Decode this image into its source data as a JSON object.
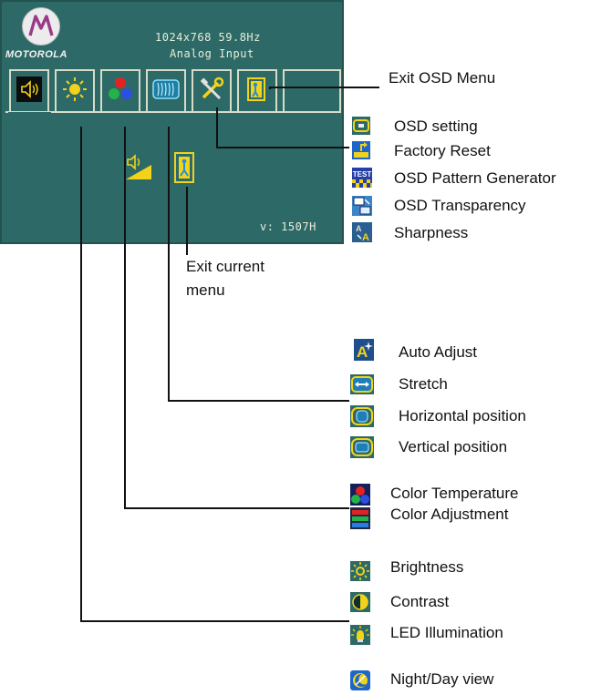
{
  "osd": {
    "logo_text": "MOTOROLA",
    "resolution": "1024x768 59.8Hz",
    "input_type": "Analog Input",
    "version": "v: 1507H"
  },
  "callouts": {
    "exit_osd_menu": "Exit OSD Menu",
    "exit_current_menu_line1": "Exit current",
    "exit_current_menu_line2": "menu"
  },
  "groups": {
    "settings": [
      "OSD setting",
      "Factory Reset",
      "OSD Pattern Generator",
      "OSD Transparency",
      "Sharpness"
    ],
    "geometry": [
      "Auto Adjust",
      "Stretch",
      "Horizontal position",
      "Vertical position"
    ],
    "color": [
      "Color Temperature",
      "Color Adjustment"
    ],
    "picture": [
      "Brightness",
      "Contrast",
      "LED Illumination",
      "Night/Day view"
    ]
  },
  "icons": {
    "tabs": [
      "speaker-icon",
      "sun-icon",
      "rgb-dots-icon",
      "wave-icon",
      "tools-icon",
      "exit-door-icon"
    ],
    "pattern_generator_text": "TEST",
    "colors": {
      "panel": "#2d6a67",
      "tab_border": "#d6dcc8",
      "icon_yellow": "#f2d21b"
    }
  }
}
